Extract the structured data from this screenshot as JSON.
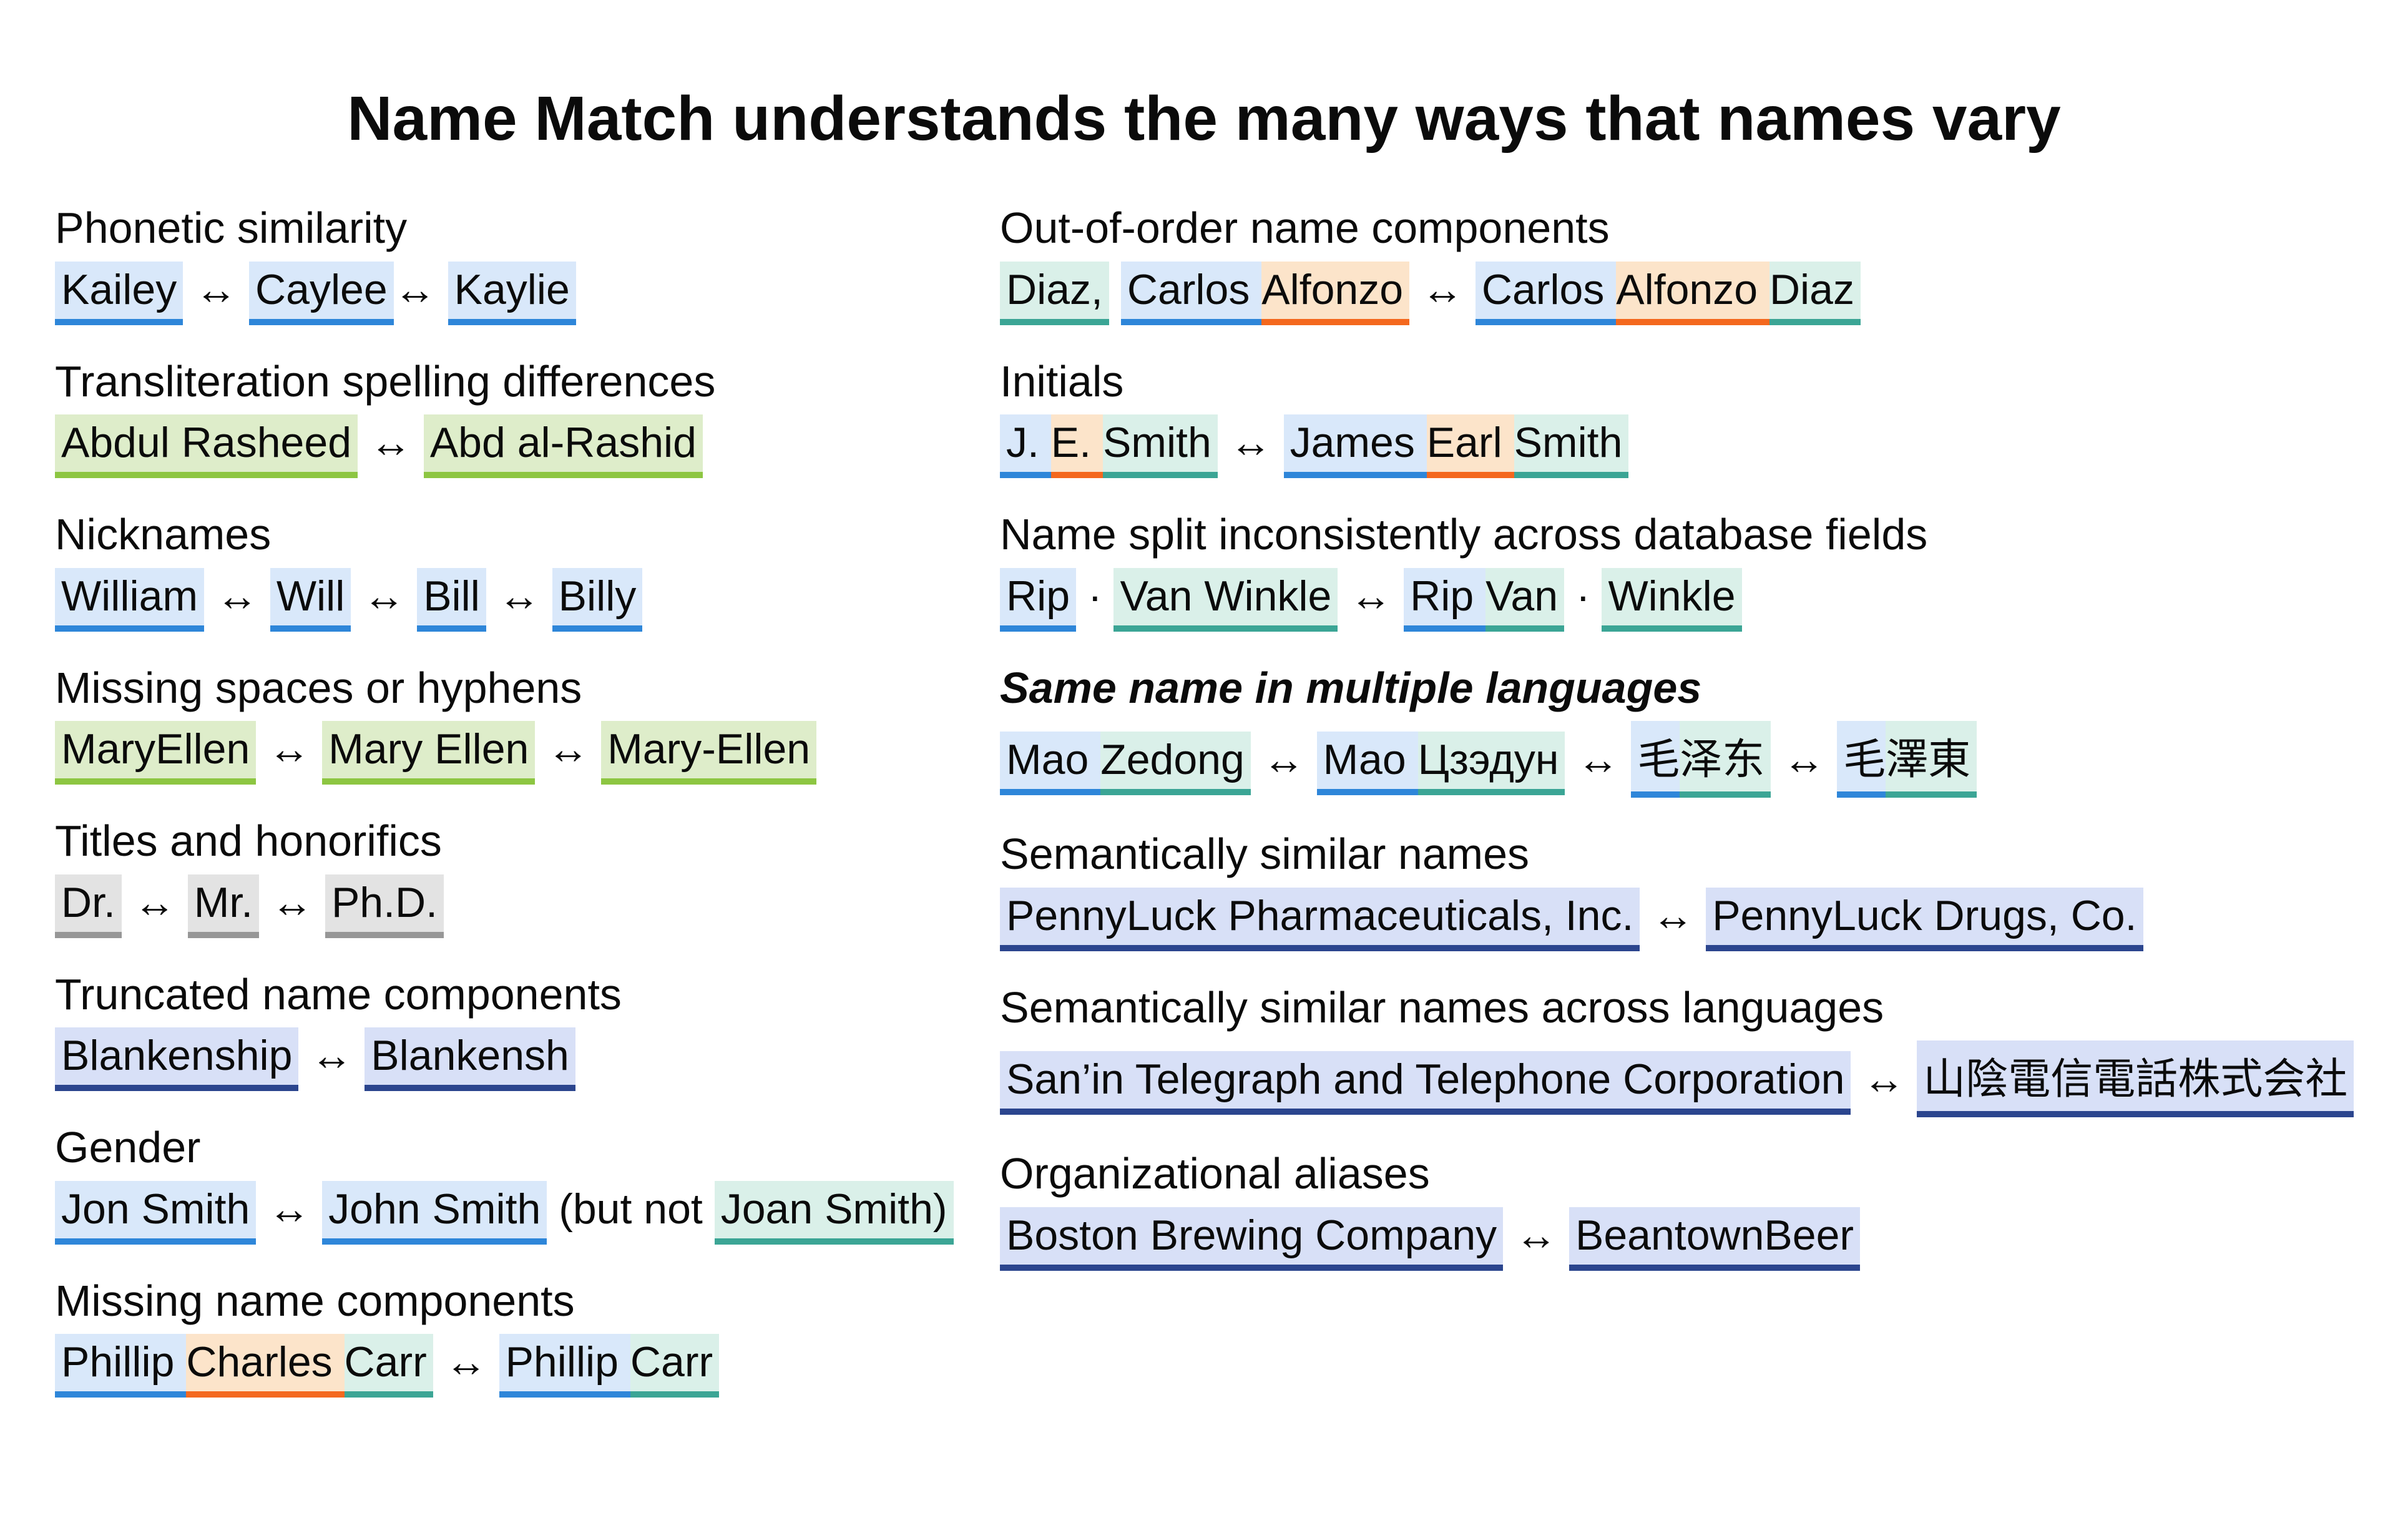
{
  "title": "Name Match understands the many ways that names vary",
  "arrow_glyph": "↔",
  "dot_separator": "·",
  "palette": {
    "blue": {
      "bg": "#d9e8fa",
      "bar": "#2e86d9"
    },
    "green": {
      "bg": "#deedca",
      "bar": "#8dc642"
    },
    "gray": {
      "bg": "#e3e3e3",
      "bar": "#979797"
    },
    "lavender": {
      "bg": "#d8e0f7",
      "bar": "#2b458e"
    },
    "mint": {
      "bg": "#daf0e9",
      "bar": "#3ba595"
    },
    "orange": {
      "bg": "#fce4ca",
      "bar": "#f4681e"
    }
  },
  "columns": {
    "left": [
      {
        "label": "Phonetic similarity",
        "tokens": [
          {
            "chip": [
              [
                "Kailey",
                "blue"
              ]
            ]
          },
          {
            "text": " ↔ "
          },
          {
            "chip": [
              [
                "Caylee",
                "blue"
              ]
            ]
          },
          {
            "text": "↔ "
          },
          {
            "chip": [
              [
                "Kaylie",
                "blue"
              ]
            ]
          }
        ]
      },
      {
        "label": "Transliteration spelling differences",
        "tokens": [
          {
            "chip": [
              [
                "Abdul Rasheed",
                "green"
              ]
            ]
          },
          {
            "text": " ↔ "
          },
          {
            "chip": [
              [
                "Abd al-Rashid",
                "green"
              ]
            ]
          }
        ]
      },
      {
        "label": "Nicknames",
        "tokens": [
          {
            "chip": [
              [
                "William",
                "blue"
              ]
            ]
          },
          {
            "text": " ↔ "
          },
          {
            "chip": [
              [
                "Will",
                "blue"
              ]
            ]
          },
          {
            "text": " ↔ "
          },
          {
            "chip": [
              [
                "Bill",
                "blue"
              ]
            ]
          },
          {
            "text": " ↔ "
          },
          {
            "chip": [
              [
                "Billy",
                "blue"
              ]
            ]
          }
        ]
      },
      {
        "label": "Missing spaces or hyphens",
        "tokens": [
          {
            "chip": [
              [
                "MaryEllen",
                "green"
              ]
            ]
          },
          {
            "text": " ↔ "
          },
          {
            "chip": [
              [
                "Mary Ellen",
                "green"
              ]
            ]
          },
          {
            "text": " ↔ "
          },
          {
            "chip": [
              [
                "Mary-Ellen",
                "green"
              ]
            ]
          }
        ]
      },
      {
        "label": "Titles and honorifics",
        "tokens": [
          {
            "chip": [
              [
                "Dr.",
                "gray"
              ]
            ]
          },
          {
            "text": " ↔ "
          },
          {
            "chip": [
              [
                "Mr.",
                "gray"
              ]
            ]
          },
          {
            "text": " ↔ "
          },
          {
            "chip": [
              [
                "Ph.D.",
                "gray"
              ]
            ]
          }
        ]
      },
      {
        "label": "Truncated name components",
        "tokens": [
          {
            "chip": [
              [
                "Blankenship",
                "lavender"
              ]
            ]
          },
          {
            "text": " ↔ "
          },
          {
            "chip": [
              [
                "Blankensh",
                "lavender"
              ]
            ]
          }
        ]
      },
      {
        "label": "Gender",
        "tokens": [
          {
            "chip": [
              [
                "Jon Smith",
                "blue"
              ]
            ]
          },
          {
            "text": " ↔ "
          },
          {
            "chip": [
              [
                "John Smith",
                "blue"
              ]
            ]
          },
          {
            "text": " (but not "
          },
          {
            "chip": [
              [
                "Joan Smith)",
                "mint"
              ]
            ]
          }
        ]
      },
      {
        "label": "Missing name components",
        "tokens": [
          {
            "chip": [
              [
                "Phillip ",
                "blue"
              ],
              [
                "Charles ",
                "orange"
              ],
              [
                "Carr",
                "mint"
              ]
            ]
          },
          {
            "text": " ↔ "
          },
          {
            "chip": [
              [
                "Phillip ",
                "blue"
              ],
              [
                "Carr",
                "mint"
              ]
            ]
          }
        ]
      }
    ],
    "right": [
      {
        "label": "Out-of-order name components",
        "tokens": [
          {
            "chip": [
              [
                "Diaz,",
                "mint"
              ]
            ]
          },
          {
            "text": " "
          },
          {
            "chip": [
              [
                "Carlos ",
                "blue"
              ],
              [
                "Alfonzo",
                "orange"
              ]
            ]
          },
          {
            "text": " ↔ "
          },
          {
            "chip": [
              [
                "Carlos ",
                "blue"
              ],
              [
                "Alfonzo ",
                "orange"
              ],
              [
                "Diaz",
                "mint"
              ]
            ]
          }
        ]
      },
      {
        "label": "Initials",
        "tokens": [
          {
            "chip": [
              [
                "J. ",
                "blue"
              ],
              [
                "E. ",
                "orange"
              ],
              [
                "Smith",
                "mint"
              ]
            ]
          },
          {
            "text": " ↔ "
          },
          {
            "chip": [
              [
                "James ",
                "blue"
              ],
              [
                "Earl ",
                "orange"
              ],
              [
                "Smith",
                "mint"
              ]
            ]
          }
        ]
      },
      {
        "label": "Name split inconsistently across database fields",
        "tokens": [
          {
            "chip": [
              [
                "Rip",
                "blue"
              ]
            ]
          },
          {
            "text": " · "
          },
          {
            "chip": [
              [
                "Van Winkle",
                "mint"
              ]
            ]
          },
          {
            "text": " ↔ "
          },
          {
            "chip": [
              [
                "Rip ",
                "blue"
              ],
              [
                "Van",
                "mint"
              ]
            ]
          },
          {
            "text": " · "
          },
          {
            "chip": [
              [
                "Winkle",
                "mint"
              ]
            ]
          }
        ]
      },
      {
        "label": "Same name in multiple languages",
        "italic": true,
        "tokens": [
          {
            "chip": [
              [
                "Mao ",
                "blue"
              ],
              [
                "Zedong",
                "mint"
              ]
            ]
          },
          {
            "text": " ↔ "
          },
          {
            "chip": [
              [
                "Мао ",
                "blue"
              ],
              [
                "Цзэдун",
                "mint"
              ]
            ]
          },
          {
            "text": " ↔ "
          },
          {
            "chip": [
              [
                "毛",
                "blue"
              ],
              [
                "泽东",
                "mint"
              ]
            ]
          },
          {
            "text": " ↔ "
          },
          {
            "chip": [
              [
                "毛",
                "blue"
              ],
              [
                "澤東",
                "mint"
              ]
            ]
          }
        ]
      },
      {
        "label": "Semantically similar names",
        "tokens": [
          {
            "chip": [
              [
                "PennyLuck Pharmaceuticals, Inc.",
                "lavender"
              ]
            ]
          },
          {
            "text": " ↔ "
          },
          {
            "chip": [
              [
                "PennyLuck Drugs, Co.",
                "lavender"
              ]
            ]
          }
        ]
      },
      {
        "label": "Semantically similar names across languages",
        "tokens": [
          {
            "chip": [
              [
                "San’in Telegraph and Telephone Corporation",
                "lavender"
              ]
            ]
          },
          {
            "text": " ↔ "
          },
          {
            "chip": [
              [
                "山陰電信電話株式会社",
                "lavender"
              ]
            ]
          }
        ]
      },
      {
        "label": "Organizational aliases",
        "tokens": [
          {
            "chip": [
              [
                "Boston Brewing Company",
                "lavender"
              ]
            ]
          },
          {
            "text": " ↔ "
          },
          {
            "chip": [
              [
                "BeantownBeer",
                "lavender"
              ]
            ]
          }
        ]
      }
    ]
  }
}
